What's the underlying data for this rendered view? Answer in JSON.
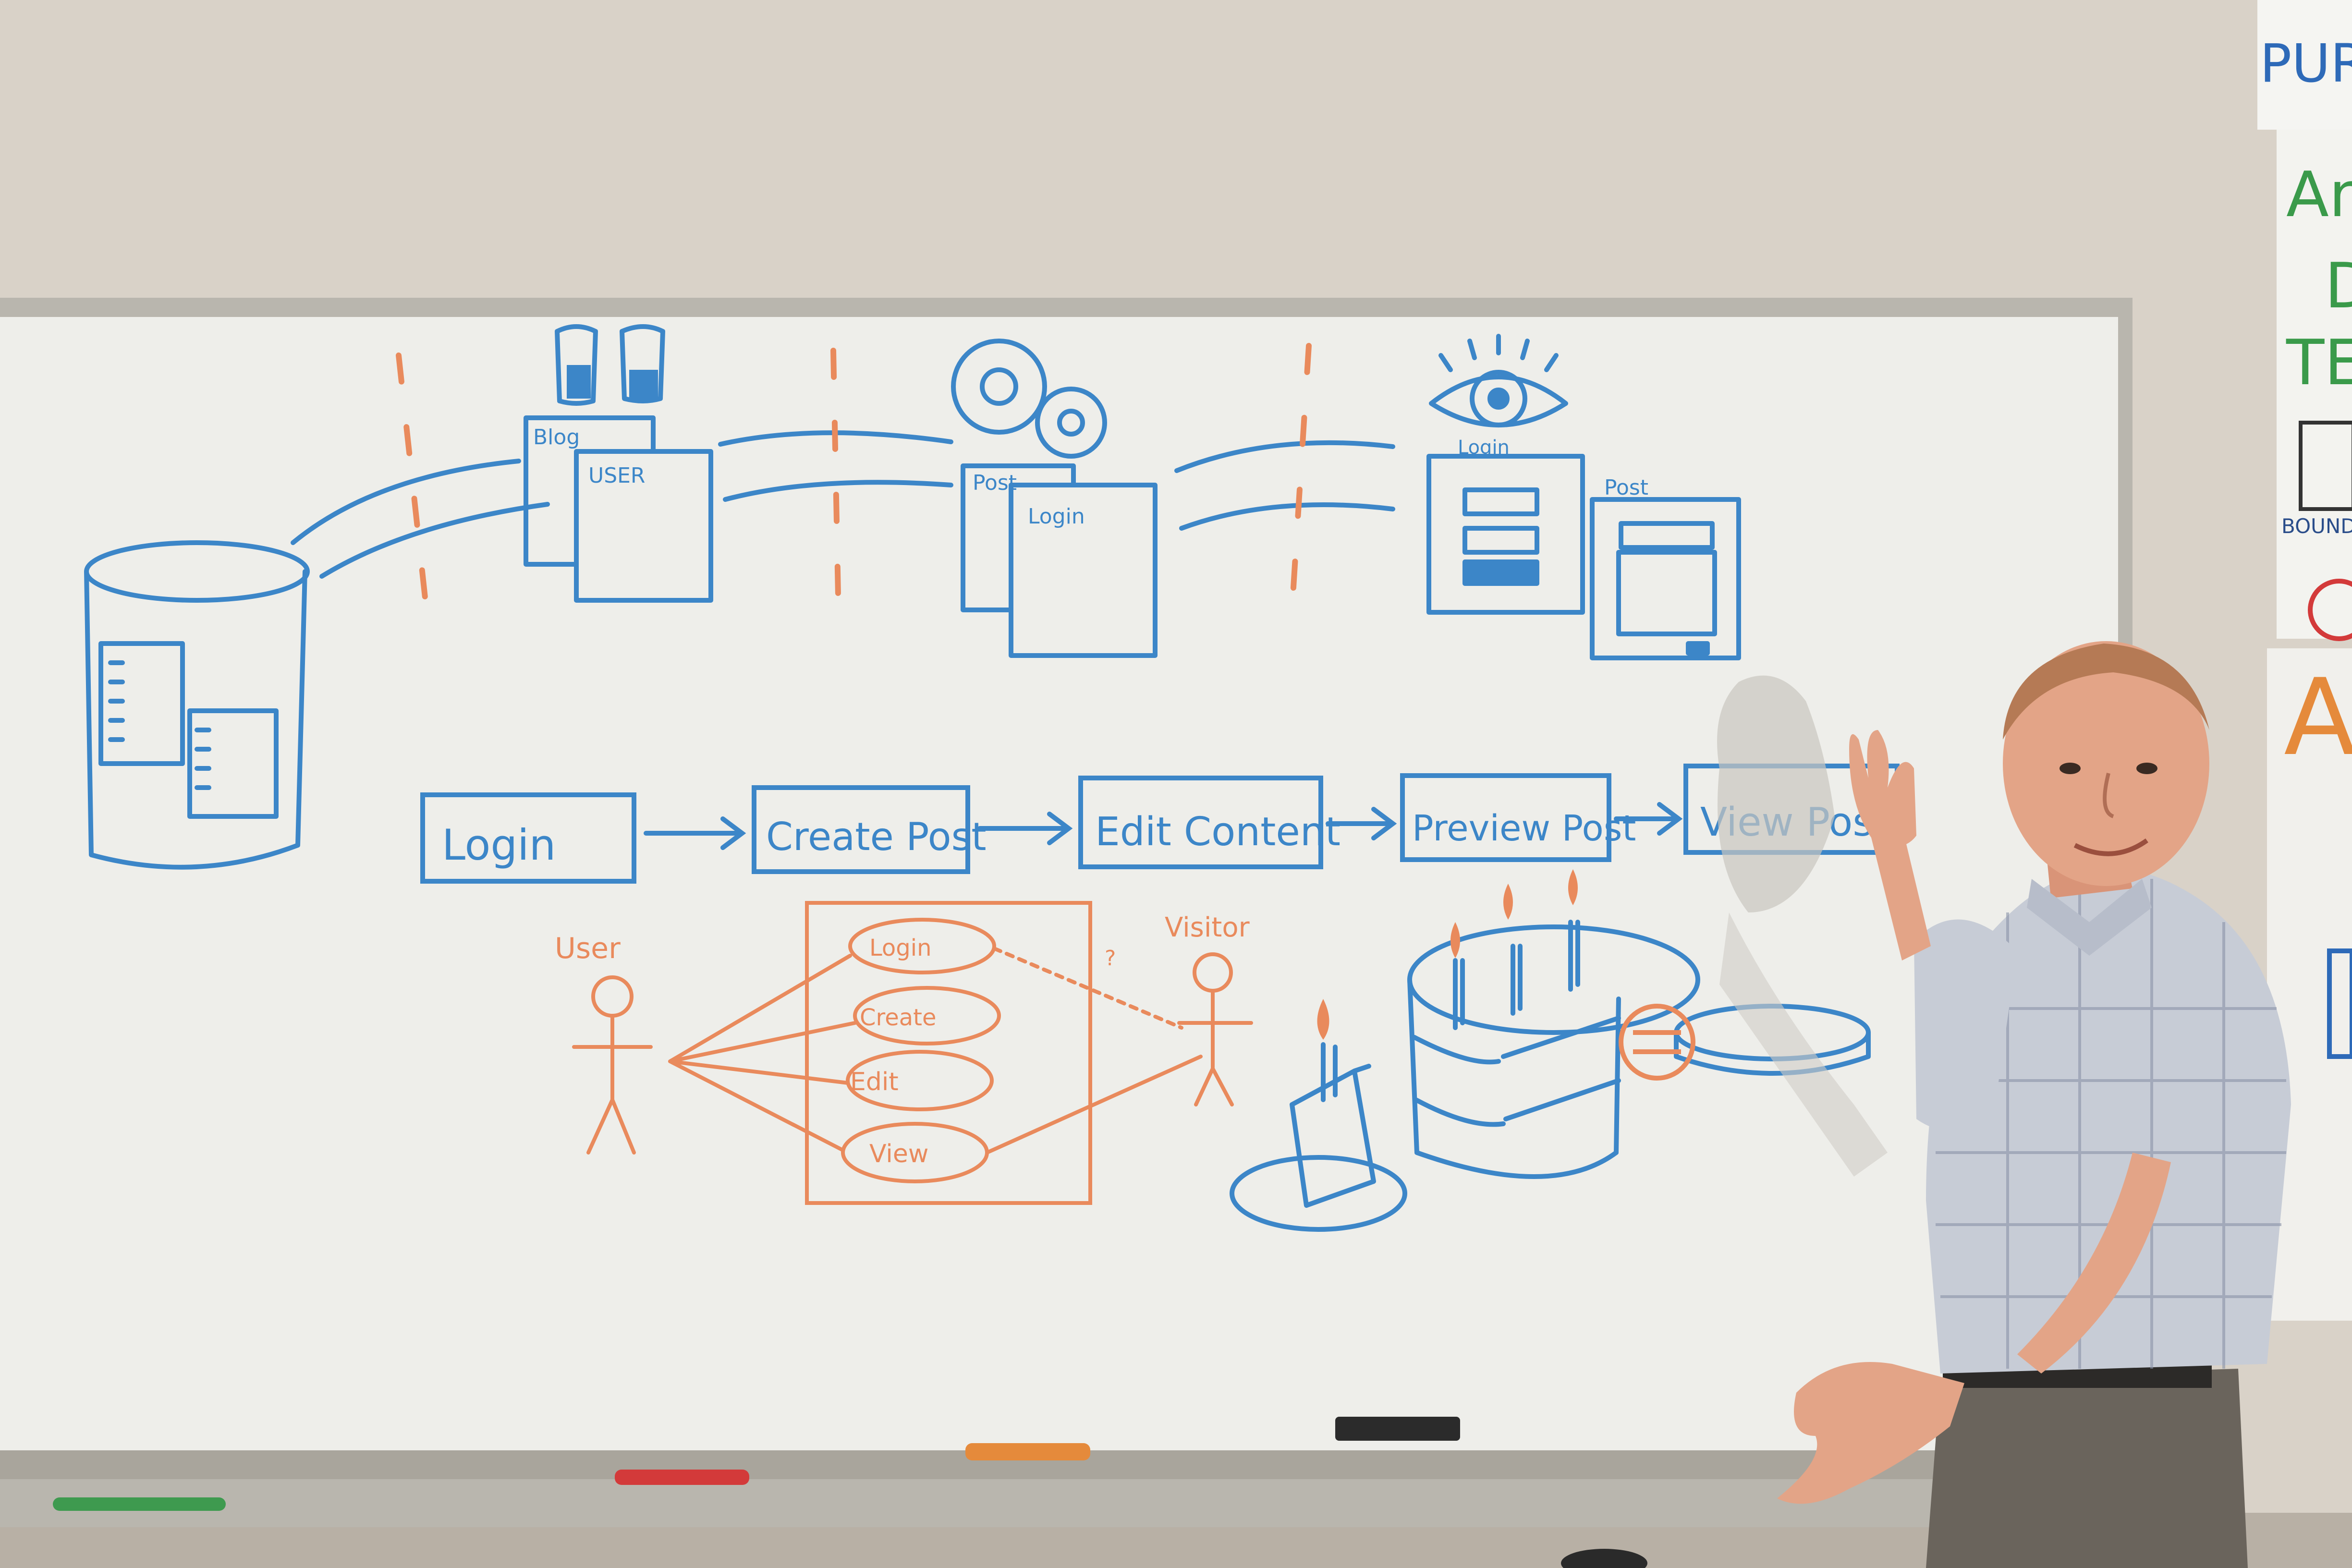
{
  "colors": {
    "wall": "#d9d2c8",
    "board": "#efefec",
    "board_frame": "#b9b6ae",
    "marker_blue": "#3c86c8",
    "marker_orange": "#e98a5c",
    "marker_red": "#e56b4c",
    "shirt": "#c7ccd6",
    "skin": "#e3a487",
    "pants": "#6a645c"
  },
  "top_row": {
    "blog_label": "Blog",
    "user_label": "USER",
    "post_label_1": "Post",
    "login_label_1": "Login",
    "login_label_2": "Login",
    "post_label_2": "Post"
  },
  "flow": {
    "steps": [
      "Login",
      "Create Post",
      "Edit Content",
      "Preview Post",
      "View Post"
    ]
  },
  "use_case": {
    "actor_user": "User",
    "actor_visitor": "Visitor",
    "cases": [
      "Login",
      "Create",
      "Edit",
      "View"
    ],
    "question_mark": "?"
  },
  "flipchart": {
    "title": "PURP",
    "line_a": "An",
    "line_b": "D",
    "line_c": "TE",
    "boundary": "BOUNDAR",
    "line_d": "A"
  }
}
